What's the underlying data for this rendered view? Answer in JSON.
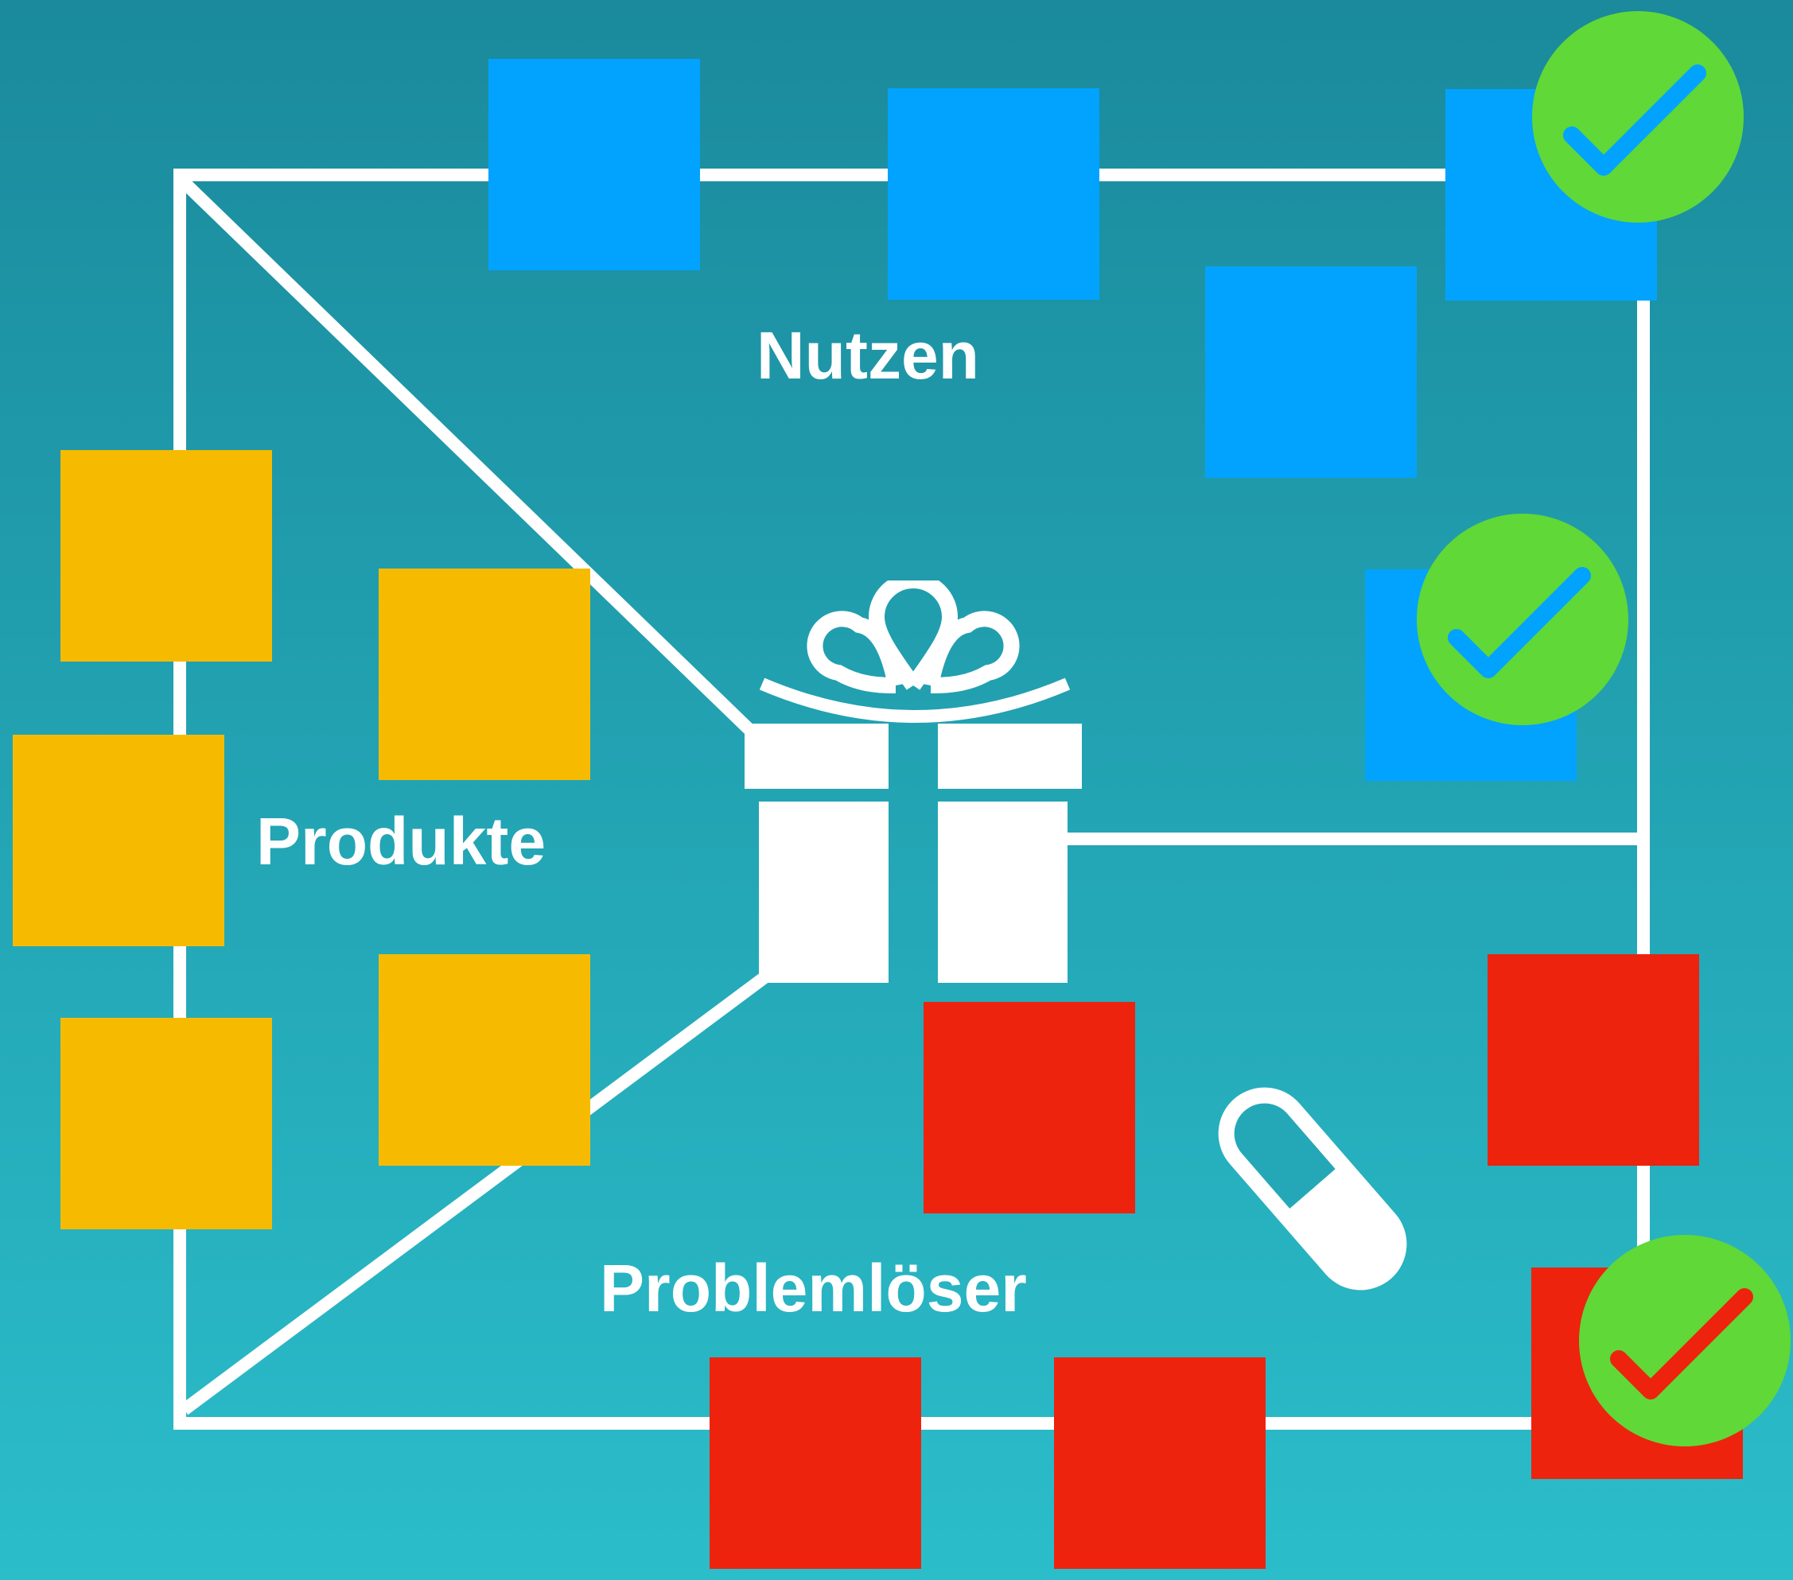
{
  "labels": {
    "benefits": "Nutzen",
    "products": "Produkte",
    "problem_solvers": "Problemlöser"
  },
  "colors": {
    "background_top": "#1a8a9c",
    "background_bottom": "#2bbdca",
    "lines": "#ffffff",
    "benefit_notes": "#02a3ff",
    "product_notes": "#f6bb00",
    "problem_solver_notes": "#ed230e",
    "checkmark_badge": "#60d837"
  },
  "icons": [
    "gift-icon",
    "pill-icon",
    "checkmark-badge-icon"
  ]
}
